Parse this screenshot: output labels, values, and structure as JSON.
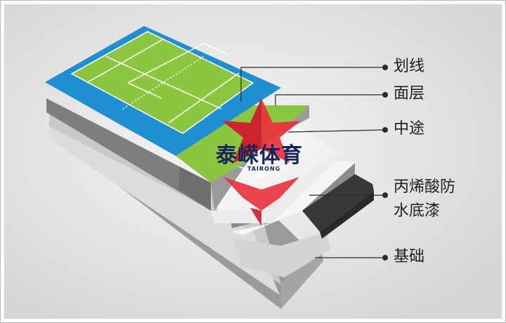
{
  "labels": {
    "marking_lines": "划线",
    "top_coat": "面层",
    "middle_coat": "中途",
    "primer_line1": "丙烯酸防",
    "primer_line2": "水底漆",
    "base": "基础"
  },
  "logo": {
    "name": "泰嵘体育",
    "sub": "TAIRONG"
  },
  "colors": {
    "court_blue": "#1e8fd0",
    "court_green": "#8cc63f",
    "accent_red": "#e8313b",
    "logo_navy": "#16255e",
    "primer_dark": "#383838"
  }
}
